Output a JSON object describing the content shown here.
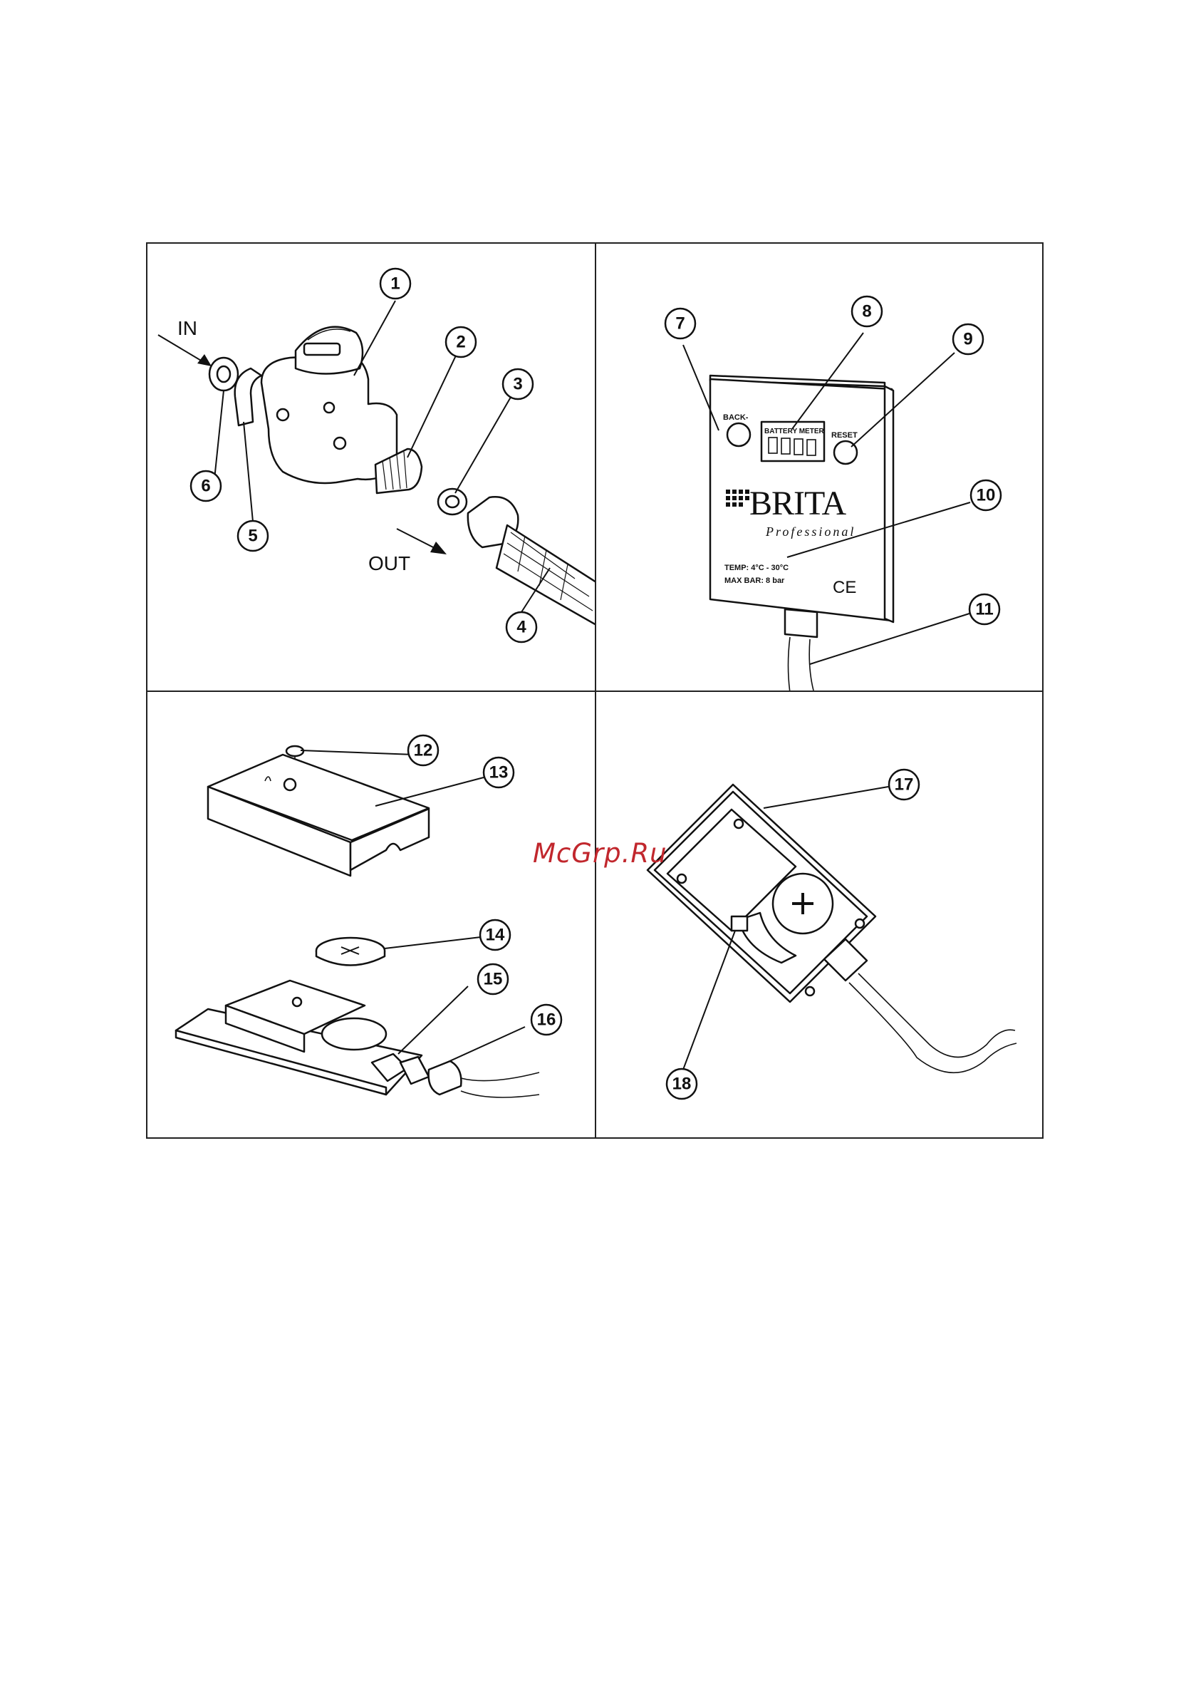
{
  "labels": {
    "in": "IN",
    "out": "OUT"
  },
  "callouts": [
    "1",
    "2",
    "3",
    "4",
    "5",
    "6",
    "7",
    "8",
    "9",
    "10",
    "11",
    "12",
    "13",
    "14",
    "15",
    "16",
    "17",
    "18"
  ],
  "device": {
    "button_left": "BACK-",
    "display_label": "BATTERY METER",
    "button_right": "RESET",
    "brand": "BRITA",
    "brand_sub": "Professional",
    "temp": "TEMP: 4°C - 30°C",
    "max_bar": "MAX BAR: 8 bar",
    "mark": "CE"
  },
  "watermark": "McGrp.Ru",
  "colors": {
    "line": "#111111",
    "watermark": "#c1272d",
    "background": "#ffffff"
  }
}
